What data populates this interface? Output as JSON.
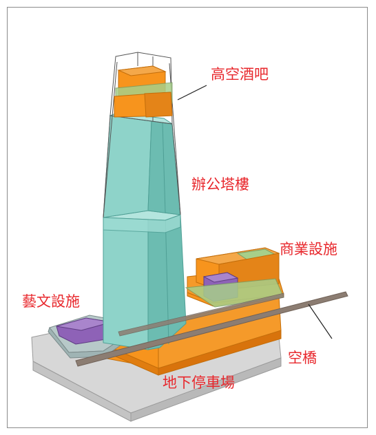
{
  "colors": {
    "label": "#e8282d",
    "tower_glass": "#8ed3c9",
    "tower_glass_dark": "#6cbcb1",
    "tower_glass_light": "#b4e5de",
    "orange": "#f7941d",
    "orange_dark": "#e07d10",
    "green_top": "#a7cf8a",
    "purple": "#8e62b7",
    "base_grey": "#d7d7d7",
    "bridge": "#8c7d72",
    "outline": "#555555"
  },
  "labels": {
    "sky_bar": "高空酒吧",
    "office_tower": "辦公塔樓",
    "commercial": "商業設施",
    "arts_culture": "藝文設施",
    "sky_bridge": "空橋",
    "underground_parking": "地下停車場"
  }
}
